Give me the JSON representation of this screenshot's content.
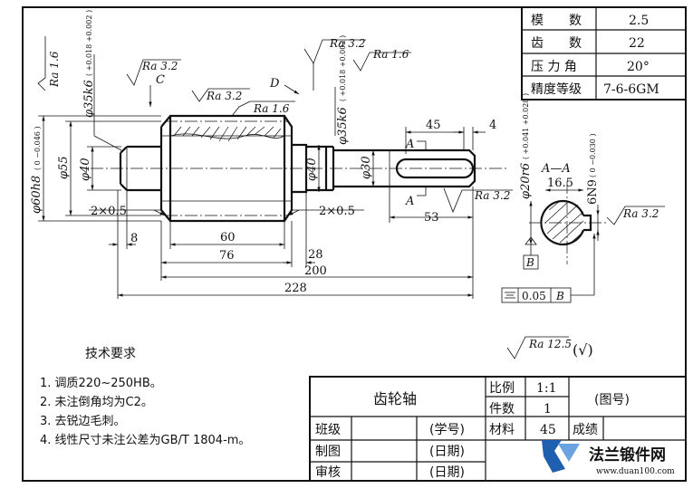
{
  "params_table": {
    "rows": [
      {
        "label": "模　　数",
        "value": "2.5"
      },
      {
        "label": "齿　　数",
        "value": "22"
      },
      {
        "label": "压 力 角",
        "value": "20°"
      },
      {
        "label": "精度等级",
        "value": "7-6-6GM"
      }
    ]
  },
  "dims": {
    "d_60h8": "φ60h8",
    "d_60h8_tol": "( 0 −0.046 )",
    "d_55": "φ55",
    "d_40_left": "φ40",
    "d_35k6_left": "φ35k6",
    "d_35k6_tol": "( +0.018 +0.002 )",
    "d_35k6_right": "φ35k6",
    "d_40_right": "φ40",
    "d_30": "φ30",
    "chamfer_left": "2×0.5",
    "chamfer_right": "2×0.5",
    "len_8": "8",
    "len_60": "60",
    "len_76": "76",
    "len_28": "28",
    "len_200": "200",
    "len_228": "228",
    "len_45": "45",
    "len_4": "4",
    "len_53": "53",
    "sec_20r6": "φ20r6",
    "sec_20r6_tol": "( +0.041 +0.028 )",
    "sec_16_5": "16.5",
    "sec_6N9": "6N9",
    "sec_6N9_tol": "( 0 −0.030 )"
  },
  "roughness": {
    "ra16_a": "Ra 1.6",
    "ra32_c": "Ra 3.2",
    "ra32_mid": "Ra 3.2",
    "ra16_mid": "Ra 1.6",
    "ra32_top": "Ra 3.2",
    "ra16_top": "Ra 1.6",
    "ra32_key": "Ra 3.2",
    "ra32_sec": "Ra 3.2",
    "ra125_general": "Ra 12.5",
    "general_paren": "(√)"
  },
  "labels": {
    "C": "C",
    "D": "D",
    "A_top": "A",
    "A_bottom": "A",
    "section_title": "A—A",
    "datum_B": "B",
    "sym_tol": "0.05",
    "sym_datum": "B"
  },
  "tech_req": {
    "title": "技术要求",
    "items": [
      "1. 调质220~250HB。",
      "2. 未注倒角均为C2。",
      "3. 去锐边毛刺。",
      "4. 线性尺寸未注公差为GB/T 1804-m。"
    ]
  },
  "title_block": {
    "part_name": "齿轮轴",
    "scale_label": "比例",
    "scale_value": "1:1",
    "qty_label": "件数",
    "qty_value": "1",
    "drawing_no": "(图号)",
    "material_label": "材料",
    "material_value": "45",
    "grade_label": "成绩",
    "class_label": "班级",
    "student_no": "(学号)",
    "drawn_label": "制图",
    "drawn_date": "(日期)",
    "checked_label": "审核",
    "checked_date": "(日期)"
  },
  "watermark": {
    "text": "法兰锻件网",
    "url": "www.duan100.com"
  }
}
